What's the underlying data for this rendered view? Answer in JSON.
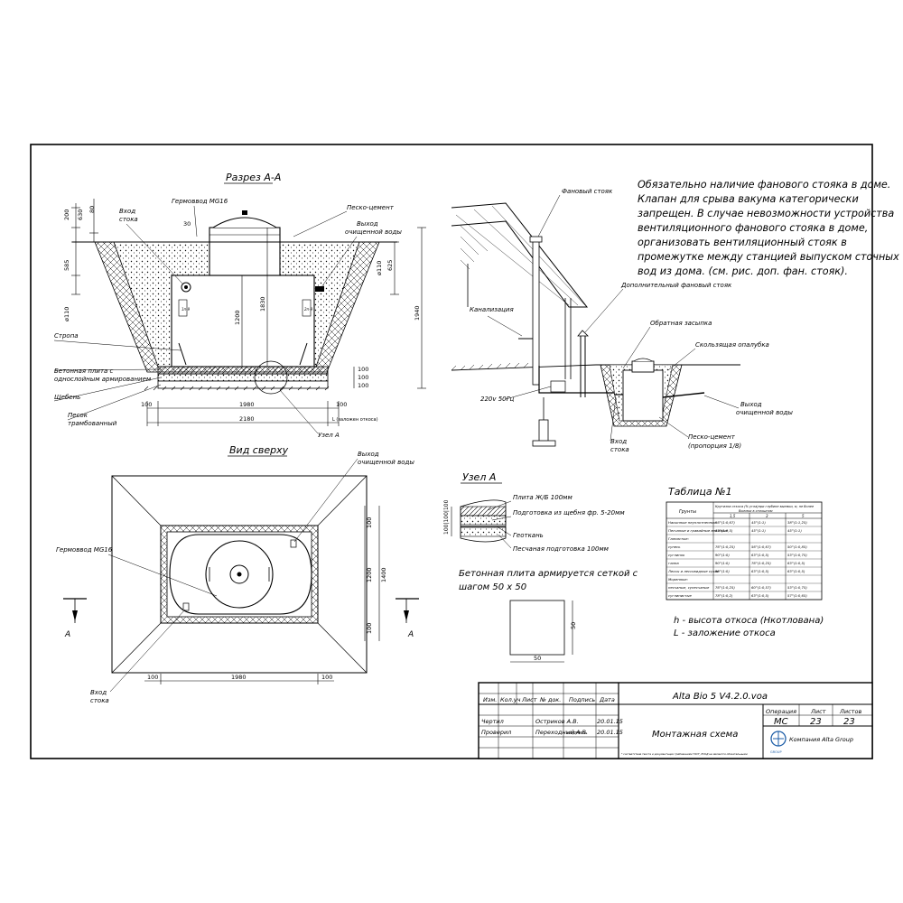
{
  "views": {
    "section": {
      "title": "Разрез А-А",
      "labels": {
        "inlet": [
          "Вход",
          "стока"
        ],
        "hatch": "Гермоввод MG16",
        "sand_cement": "Песко-цемент",
        "outlet": [
          "Выход",
          "очищенной воды"
        ],
        "sling": "Стропа",
        "slab": [
          "Бетонная плита с",
          "однослойным армированием"
        ],
        "gravel": "Щебень",
        "sand": [
          "Песок",
          "трамбованный"
        ],
        "node": "Узел А",
        "plate_left": "1п-9",
        "plate_right": "2п-9",
        "dia_left": "ø110",
        "dia_right": "ø110"
      },
      "dims": {
        "d200": "200",
        "d630": "630",
        "d80": "80",
        "d30": "30",
        "d585": "585",
        "d1200": "1200",
        "d1830": "1830",
        "d625": "625",
        "d1940": "1940",
        "d100a": "100",
        "d100b": "100",
        "d100c": "100",
        "d100l": "100",
        "d100r": "100",
        "d1980": "1980",
        "d2180": "2180",
        "L": "L (заложен откоса)"
      }
    },
    "house": {
      "fan_riser": "Фановый стояк",
      "sewer": "Канализация",
      "power": "220v 50Гц",
      "extra_riser": "Дополнительный фановый стояк",
      "check_valve": "Обратная засыпка",
      "formwork": "Скользящая опалубка",
      "outlet": [
        "Выход",
        "очищенной воды"
      ],
      "inlet": [
        "Вход",
        "стока"
      ],
      "sand_cement": [
        "Песко-цемент",
        "(пропорция 1/8)"
      ]
    },
    "note": [
      "Обязательно наличие фанового стояка в доме.",
      "Клапан для срыва вакума категорически",
      "запрещен. В случае невозможности устройства",
      "вентиляционного фанового стояка в доме,",
      "организовать вентиляционный стояк в",
      "промежутке между станцией выпуском сточных",
      "вод из дома. (см. рис. доп. фан. стояк)."
    ],
    "top": {
      "title": "Вид сверху",
      "outlet": [
        "Выход",
        "очищенной воды"
      ],
      "hatch": "Гермоввод MG16",
      "inlet": [
        "Вход",
        "стока"
      ],
      "arrow": "A",
      "arrow2": "A",
      "dims": {
        "d100t": "100",
        "d1200": "1200",
        "d1400": "1400",
        "d100b": "100",
        "d100l": "100",
        "d1980": "1980",
        "d100r": "100"
      }
    },
    "node": {
      "title": "Узел А",
      "layers": [
        "Плита Ж/Б 100мм",
        "Подготовка из щебня фр. 5-20мм",
        "Геоткань",
        "Песчаная подготовка 100мм"
      ],
      "dims": "100|100|100",
      "mesh_note": [
        "Бетонная плита армируется сеткой с",
        "шагом 50 х 50"
      ],
      "mesh_dim_h": "50",
      "mesh_dim_v": "50"
    },
    "table": {
      "title": "Таблица №1",
      "col_group": "Грунты",
      "col_header": [
        "Крутизна откоса (% угла)при глубине выемки, м, не более",
        "Выемки в сплошном"
      ],
      "subcols": [
        "1,5",
        "3",
        "5"
      ],
      "rows": [
        [
          "Насыпные неуплотненные",
          "56°(1:0,67)",
          "45°(1:1)",
          "38°(1:1,25)"
        ],
        [
          "Песчаные и гравийные влажные",
          "63°(1:0,5)",
          "45°(1:1)",
          "45°(1:1)"
        ],
        [
          "Глинистые:",
          "",
          "",
          ""
        ],
        [
          "супесь",
          "76°(1:0,25)",
          "56°(1:0,67)",
          "50°(1:0,85)"
        ],
        [
          "суглинок",
          "90°(1:0)",
          "63°(1:0,5)",
          "53°(1:0,75)"
        ],
        [
          "глина",
          "90°(1:0)",
          "76°(1:0,25)",
          "63°(1:0,5)"
        ],
        [
          "Лессы и лессовидные сухие",
          "90°(1:0)",
          "63°(1:0,5)",
          "63°(1:0,5)"
        ],
        [
          "Моренные:",
          "",
          "",
          ""
        ],
        [
          "песчаные, супесчаные",
          "76°(1:0,25)",
          "60°(1:0,57)",
          "53°(1:0,75)"
        ],
        [
          "суглинистые",
          "78°(1:0,2)",
          "63°(1:0,5)",
          "57°(1:0,65)"
        ]
      ],
      "legend": [
        "h - высота откоса (Hкотлована)",
        "L - заложение откоса"
      ]
    }
  },
  "titleblock": {
    "code": "Alta Bio 5 V4.2.0.voa",
    "headers": [
      "Изм.",
      "Кол.уч",
      "Лист",
      "№ док.",
      "Подпись",
      "Дата"
    ],
    "row1": {
      "role": "Чертил",
      "name": "Остриков А.В.",
      "date": "20.01.15"
    },
    "row2": {
      "role": "Проверил",
      "name": "Переходный А.В.",
      "date": "20.01.15",
      "signature": "подпись"
    },
    "doc_title": "Монтажная схема",
    "stage_h": "Операция",
    "sheet_h": "Лист",
    "sheets_h": "Листов",
    "stage": "МС",
    "sheet": "23",
    "sheets": "23",
    "company": "Компания Alta Group",
    "footnote": "* соответствие текста и документации требованиям ГОСТ, ЕСКД не являются обязательными",
    "logo_text": "GROUP"
  }
}
